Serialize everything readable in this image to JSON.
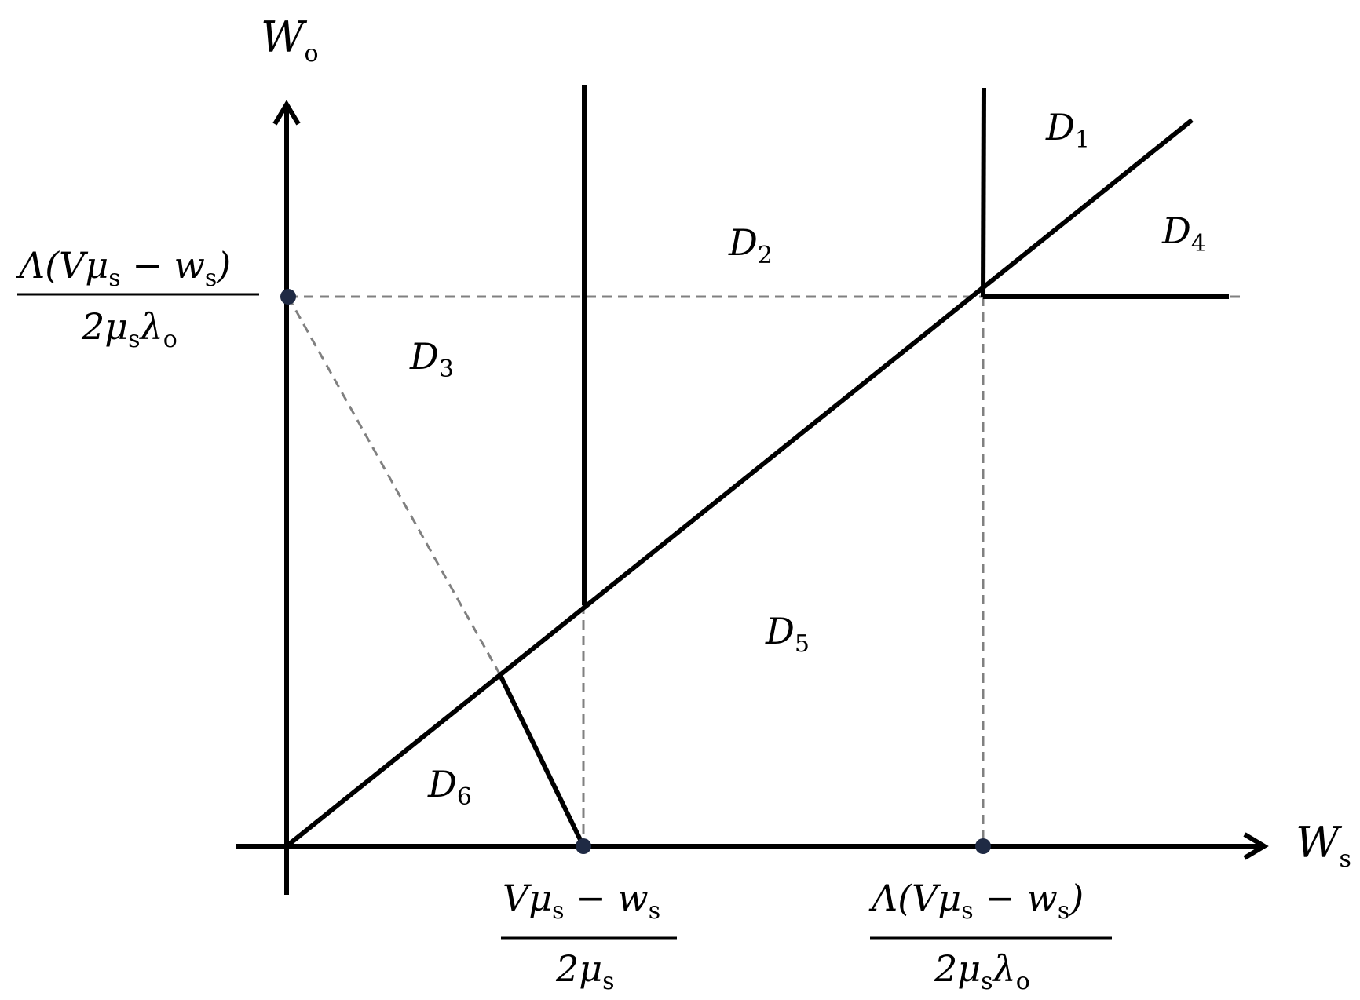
{
  "axes": {
    "x_label": "W",
    "x_label_sub": "s",
    "y_label": "W",
    "y_label_sub": "o"
  },
  "ticks": {
    "x1": {
      "numerator": "Vμ",
      "num_sub": "s",
      "num_rest": " − w",
      "num_sub2": "s",
      "denominator": "2μ",
      "den_sub": "s"
    },
    "x2": {
      "num_prefix": "Λ(Vμ",
      "numerator_sub": "s",
      "num_rest": " − w",
      "num_sub2": "s",
      "num_close": ")",
      "denominator": "2μ",
      "den_sub": "s",
      "den_rest": "λ",
      "den_sub2": "o"
    },
    "y1": {
      "num_prefix": "Λ(Vμ",
      "numerator_sub": "s",
      "num_rest": " − w",
      "num_sub2": "s",
      "num_close": ")",
      "denominator": "2μ",
      "den_sub": "s",
      "den_rest": "λ",
      "den_sub2": "o"
    }
  },
  "regions": [
    {
      "letter": "D",
      "sub": "1"
    },
    {
      "letter": "D",
      "sub": "2"
    },
    {
      "letter": "D",
      "sub": "3"
    },
    {
      "letter": "D",
      "sub": "4"
    },
    {
      "letter": "D",
      "sub": "5"
    },
    {
      "letter": "D",
      "sub": "6"
    }
  ],
  "colors": {
    "line": "#000000",
    "dashed": "#808080",
    "point": "#1f2a44"
  }
}
